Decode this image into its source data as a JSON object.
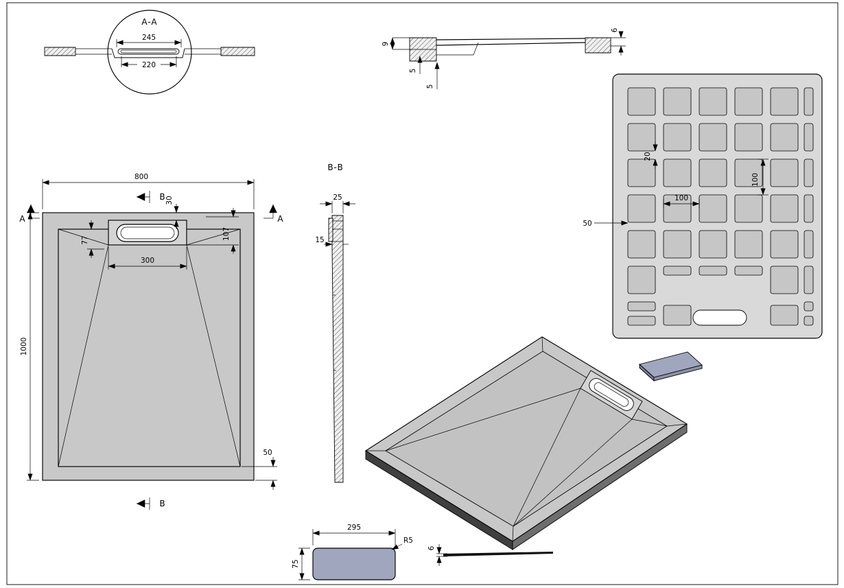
{
  "drawing": {
    "views": {
      "detail_aa": {
        "label": "A-A",
        "dims": {
          "d245": "245",
          "d220": "220"
        }
      },
      "section_top": {
        "dims": {
          "d9": "9",
          "d5a": "5",
          "d5b": "5",
          "d6": "6"
        }
      },
      "bottom_grid": {
        "dims": {
          "d20": "20",
          "d100_h": "100",
          "d100_v": "100",
          "d50": "50"
        }
      },
      "plan": {
        "dims": {
          "d800": "800",
          "d1000": "1000",
          "d300": "300",
          "d77": "77",
          "d107": "107",
          "d30": "30",
          "d50": "50"
        },
        "section_labels": {
          "a_left": "A",
          "a_right": "A",
          "b_top": "B",
          "b_bottom": "B"
        }
      },
      "section_bb": {
        "label": "B-B",
        "dims": {
          "d25": "25",
          "d15": "15"
        }
      },
      "cover_detail": {
        "dims": {
          "d295": "295",
          "d75": "75",
          "r5": "R5"
        }
      },
      "cover_side": {
        "dims": {
          "d6": "6"
        }
      }
    },
    "colors": {
      "tray": "#c8c8c8",
      "floor": "#c2c2c2",
      "recess": "#d4d4d4",
      "plate": "#d9d9d9",
      "cell": "#c6c6c6",
      "cover": "#a0a6bd",
      "cover_edge_dark": "#787d93",
      "cover_edge_light": "#8b90a6",
      "side_shadow": "#3f3f3f",
      "side_shadow_light": "#6e6e6e",
      "line": "#000000",
      "background": "#ffffff"
    }
  }
}
